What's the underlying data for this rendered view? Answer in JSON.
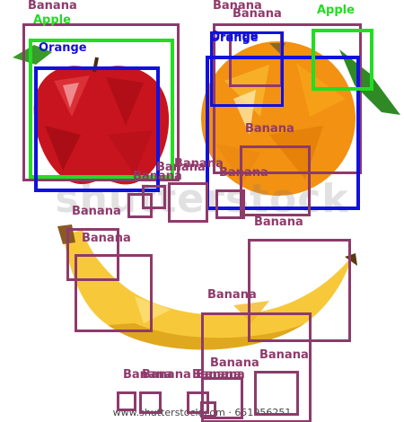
{
  "colors": {
    "banana": "#8e3a6b",
    "apple": "#22dd22",
    "orange": "#1111dd"
  },
  "watermark": "shutterstock",
  "footer_text": "www.shutterstock.com · 651956251",
  "detections": [
    {
      "label": "Banana",
      "cls": "banana"
    },
    {
      "label": "Apple",
      "cls": "apple"
    },
    {
      "label": "Orange",
      "cls": "orange"
    },
    {
      "label": "Banana",
      "cls": "banana"
    },
    {
      "label": "Banana",
      "cls": "banana"
    },
    {
      "label": "Orange",
      "cls": "orange"
    },
    {
      "label": "Orange",
      "cls": "orange"
    },
    {
      "label": "Apple",
      "cls": "apple"
    },
    {
      "label": "Banana",
      "cls": "banana"
    },
    {
      "label": "Banana",
      "cls": "banana"
    },
    {
      "label": "Banana",
      "cls": "banana"
    },
    {
      "label": "Banana",
      "cls": "banana"
    },
    {
      "label": "Banana",
      "cls": "banana"
    },
    {
      "label": "Banana",
      "cls": "banana"
    },
    {
      "label": "Banana",
      "cls": "banana"
    },
    {
      "label": "Banana",
      "cls": "banana"
    },
    {
      "label": "Banana",
      "cls": "banana"
    },
    {
      "label": "Banana",
      "cls": "banana"
    },
    {
      "label": "Banana",
      "cls": "banana"
    },
    {
      "label": "Banana",
      "cls": "banana"
    },
    {
      "label": "Banana",
      "cls": "banana"
    },
    {
      "label": "Banana",
      "cls": "banana"
    },
    {
      "label": "Banana",
      "cls": "banana"
    },
    {
      "label": "Banana",
      "cls": "banana"
    },
    {
      "label": "Banana",
      "cls": "banana"
    }
  ]
}
